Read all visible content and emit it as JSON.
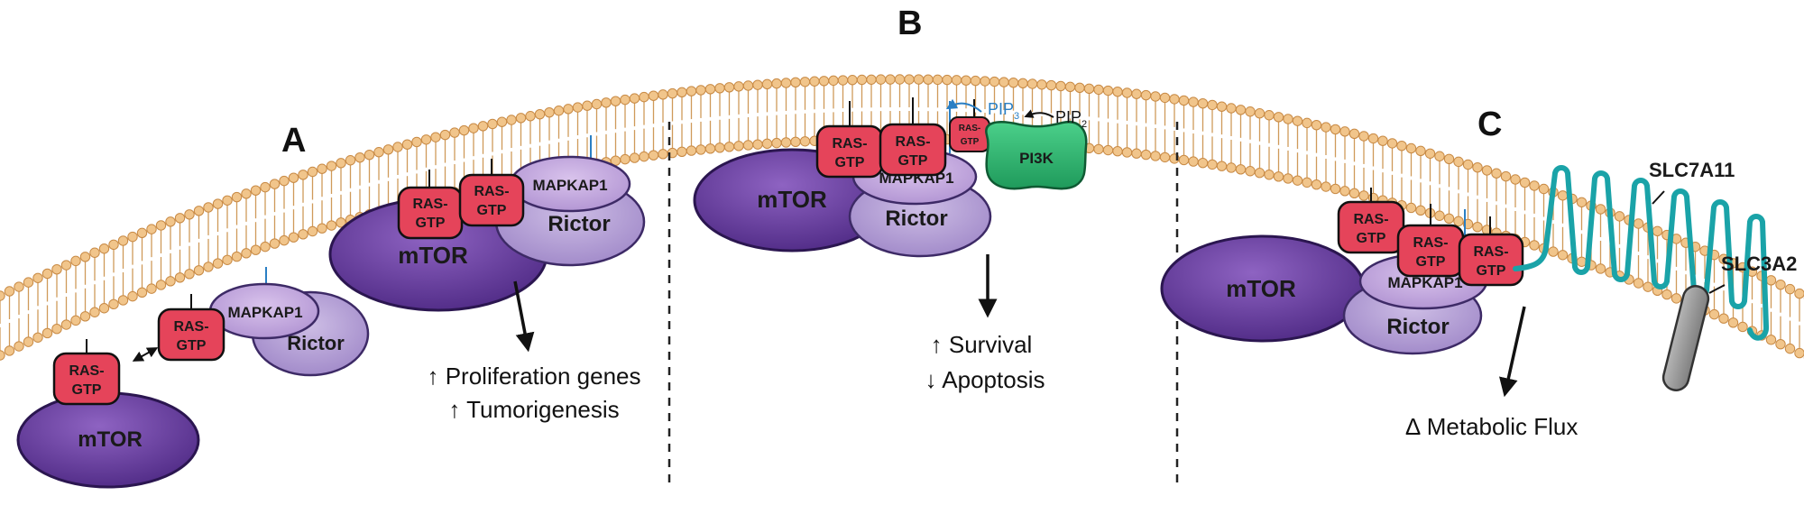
{
  "panels": {
    "a": {
      "letter": "A",
      "outcome_1": "↑ Proliferation genes",
      "outcome_2": "↑ Tumorigenesis"
    },
    "b": {
      "letter": "B",
      "outcome_1": "↑ Survival",
      "outcome_2": "↓ Apoptosis"
    },
    "c": {
      "letter": "C",
      "outcome_1": "∆ Metabolic Flux"
    }
  },
  "labels": {
    "mtor": "mTOR",
    "rictor": "Rictor",
    "mapkap1": "MAPKAP1",
    "ras_line1": "RAS-",
    "ras_line2": "GTP",
    "pi3k": "PI3K",
    "pip3": "PIP",
    "pip3_sub": "3",
    "pip2": "PIP",
    "pip2_sub": "2",
    "slc7a11": "SLC7A11",
    "slc3a2": "SLC3A2"
  },
  "colors": {
    "ras": "#e5445a",
    "mtor": "#6a3f9e",
    "rictor": "#b8a3d6",
    "mapkap1": "#c7acdf",
    "pi3k": "#2db870",
    "membrane": "#e3a862",
    "slc7a11": "#1aa3a8",
    "slc3a2": "#9a9a9a",
    "tether": "#2a7fc4"
  }
}
